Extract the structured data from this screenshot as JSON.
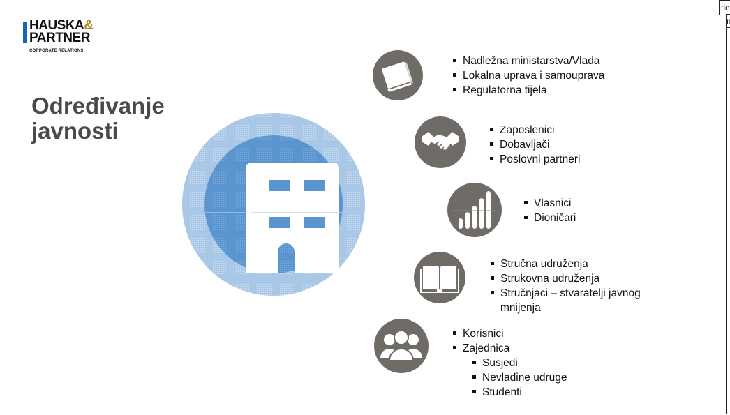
{
  "logo": {
    "line1": "HAUSKA",
    "amp": "&",
    "line2": "PARTNER",
    "sub": "CORPORATE RELATIONS"
  },
  "title": {
    "line1": "Određivanje",
    "line2": "javnosti"
  },
  "corner": {
    "box1": "tie",
    "box2": "m"
  },
  "categories": [
    {
      "icon": "book-icon",
      "items": [
        "Nadležna ministarstva/Vlada",
        "Lokalna uprava i samouprava",
        "Regulatorna tijela"
      ]
    },
    {
      "icon": "handshake-icon",
      "items": [
        "Zaposlenici",
        "Dobavljači",
        "Poslovni partneri"
      ]
    },
    {
      "icon": "bar-chart-icon",
      "items": [
        "Vlasnici",
        "Dioničari"
      ]
    },
    {
      "icon": "open-book-icon",
      "items": [
        "Stručna udruženja",
        "Strukovna udruženja",
        "Stručnjaci – stvaratelji javnog mnijenja"
      ]
    },
    {
      "icon": "people-icon",
      "items": [
        "Korisnici",
        "Zajednica"
      ],
      "subitems": [
        "Susjedi",
        "Nevladine udruge",
        "Studenti"
      ]
    }
  ],
  "colors": {
    "outer_ring": "#a9c7e7",
    "inner_circle": "#5b95d0",
    "icon_circle": "#6f6b67",
    "title": "#4a4a4a"
  }
}
